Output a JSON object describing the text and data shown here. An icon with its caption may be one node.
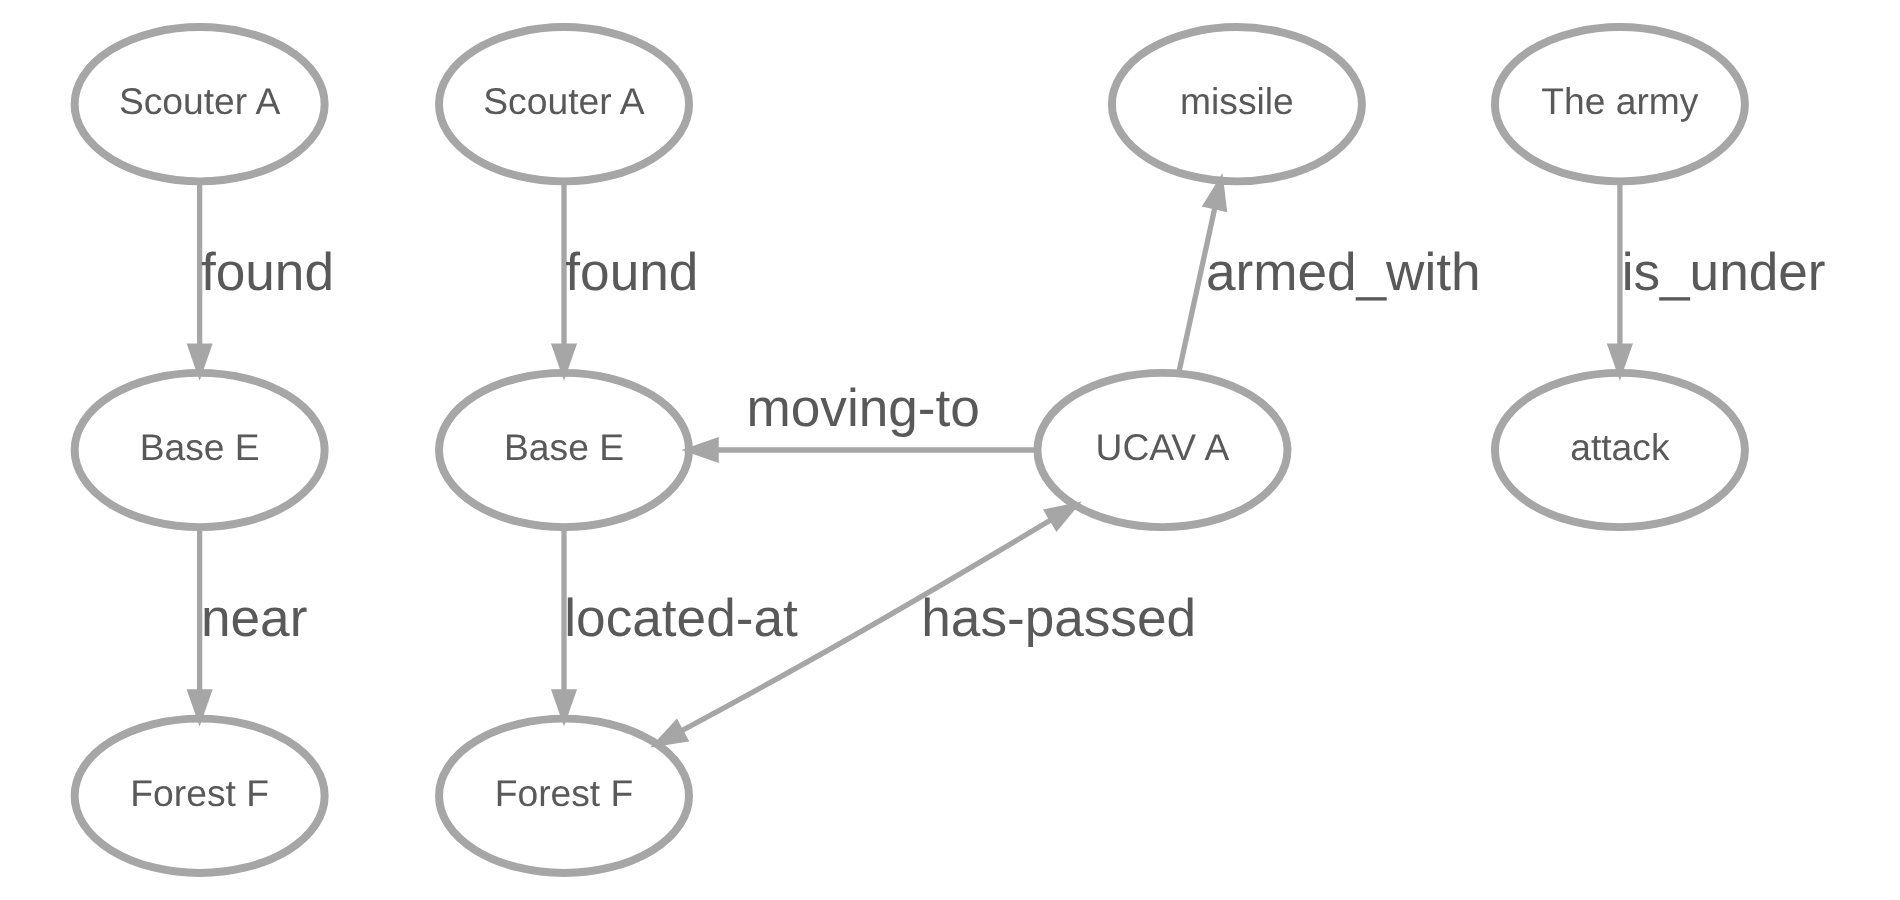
{
  "diagram": {
    "nodes": [
      {
        "text": [
          "Scouter A"
        ]
      },
      {
        "text": [
          "Base E"
        ]
      },
      {
        "text": [
          "Forest F"
        ]
      },
      {
        "text": [
          "Scouter A"
        ]
      },
      {
        "text": [
          "Base E"
        ]
      },
      {
        "text": [
          "missile"
        ]
      },
      {
        "text": [
          "UCAV A"
        ]
      },
      {
        "text": [
          "Forest F"
        ]
      },
      {
        "text": [
          "The army"
        ]
      },
      {
        "text": [
          "attack"
        ]
      }
    ],
    "edges": [
      {
        "from": 0,
        "to": 1,
        "arrow": "to",
        "label": "found"
      },
      {
        "from": 1,
        "to": 2,
        "arrow": "to",
        "label": "near"
      },
      {
        "from": 3,
        "to": 4,
        "arrow": "to",
        "label": "found"
      },
      {
        "from": 6,
        "to": 4,
        "arrow": "to",
        "label": "moving-to"
      },
      {
        "from": 6,
        "to": 5,
        "arrow": "to",
        "label": "armed_with"
      },
      {
        "from": 4,
        "to": 7,
        "arrow": "to",
        "label": "located-at"
      },
      {
        "from": 7,
        "to": 6,
        "arrow": "both",
        "label": "has-passed"
      },
      {
        "from": 8,
        "to": 9,
        "arrow": "to",
        "label": "is_under"
      }
    ]
  }
}
